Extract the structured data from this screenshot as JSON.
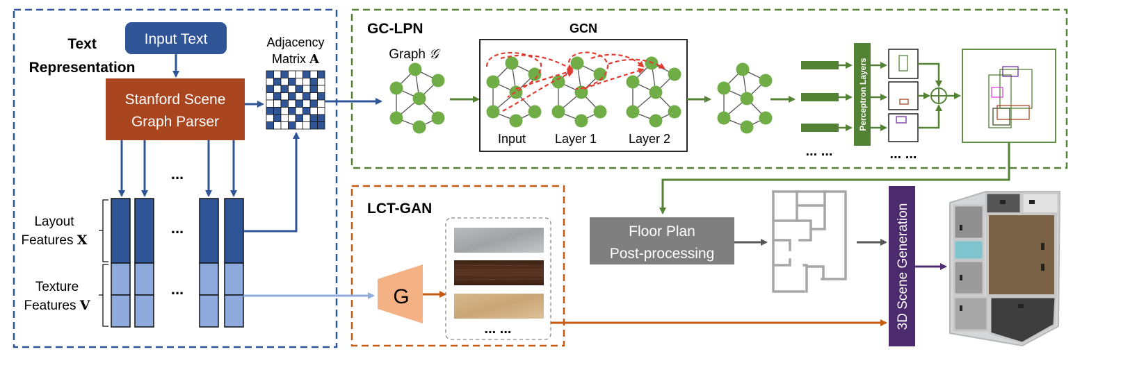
{
  "text_rep": {
    "title_line1": "Text",
    "title_line2": "Representation",
    "input_text": "Input Text",
    "parser_line1": "Stanford Scene",
    "parser_line2": "Graph Parser",
    "adj_line1": "Adjacency",
    "adj_line2": "Matrix ",
    "adj_symbol": "A",
    "ellipsis": "...",
    "layout_line1": "Layout",
    "layout_line2": "Features ",
    "layout_symbol": "X",
    "texture_line1": "Texture",
    "texture_line2": "Features ",
    "texture_symbol": "V"
  },
  "gclpn": {
    "title": "GC-LPN",
    "graph_label": "Graph ",
    "graph_symbol": "𝒢",
    "gcn_title": "GCN",
    "gcn_input": "Input",
    "gcn_layer1": "Layer 1",
    "gcn_layer2": "Layer 2",
    "perceptron": "Perceptron Layers",
    "ellipsis_bars": "... ...",
    "ellipsis_boxes": "... ..."
  },
  "lctgan": {
    "title": "LCT-GAN",
    "generator": "G",
    "ellipsis": "... ..."
  },
  "post": {
    "line1": "Floor Plan",
    "line2": "Post-processing",
    "scene_gen": "3D Scene Generation"
  },
  "colors": {
    "blue": "#2F5597",
    "light_blue": "#8FAADC",
    "green": "#548235",
    "node_green": "#70AD47",
    "rust": "#A9461F",
    "orange": "#C55A11",
    "peach": "#F4B183",
    "gray_box": "#7F7F7F",
    "purple": "#4B2A6E",
    "red": "#E03C31"
  }
}
